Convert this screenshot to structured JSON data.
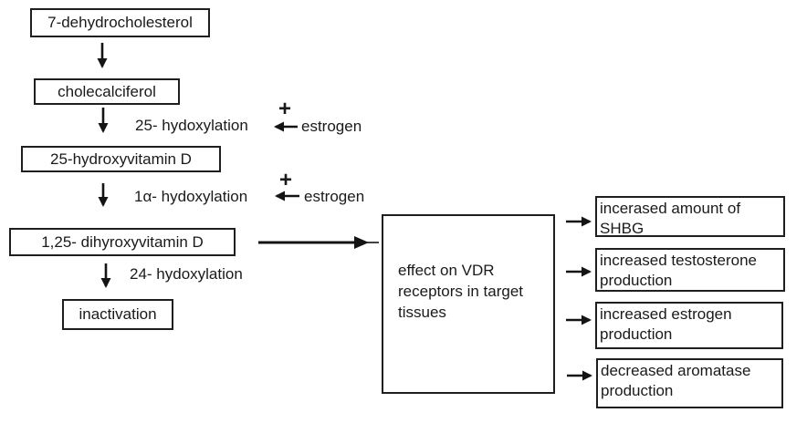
{
  "nodes": {
    "dehydrocholesterol": "7-dehydrocholesterol",
    "cholecalciferol": "cholecalciferol",
    "hydroxyvitamin_d": "25-hydroxyvitamin D",
    "dihydroxyvitamin_d": "1,25- dihyroxyvitamin D",
    "inactivation": "inactivation",
    "vdr_effect": "effect on VDR\nreceptors in target\ntissues",
    "shbg": "incerased amount of\nSHBG",
    "testosterone": "increased testosterone\nproduction",
    "estrogen_production": "increased estrogen\nproduction",
    "aromatase": "decreased aromatase\nproduction"
  },
  "labels": {
    "hydroxylation_25": "25- hydoxylation",
    "hydroxylation_1a": "1α- hydoxylation",
    "hydroxylation_24": "24- hydoxylation",
    "estrogen_upper": "estrogen",
    "estrogen_lower": "estrogen",
    "plus_upper": "+",
    "plus_lower": "+"
  },
  "colors": {
    "ink": "#1a1a1a",
    "background": "#ffffff"
  }
}
